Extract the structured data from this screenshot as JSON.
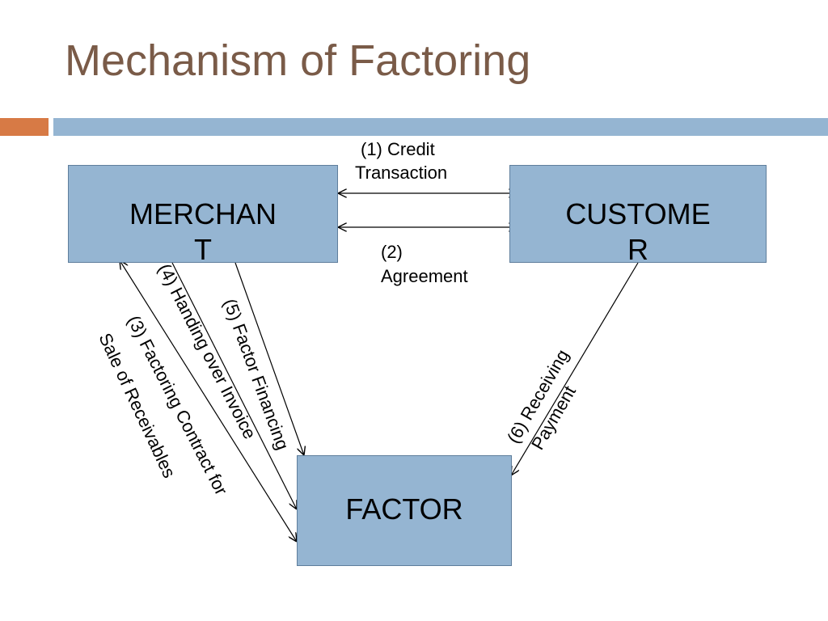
{
  "slide": {
    "title": "Mechanism of Factoring"
  },
  "colors": {
    "title": "#7a5b48",
    "accent": "#d77a45",
    "band": "#95b5d2",
    "box_fill": "#95b5d2",
    "box_border": "#5f7e9c"
  },
  "nodes": {
    "merchant": {
      "line1": "MERCHAN",
      "line2": "T"
    },
    "customer": {
      "line1": "CUSTOME",
      "line2": "R"
    },
    "factor": {
      "line1": "FACTOR"
    }
  },
  "edges": {
    "credit_transaction": {
      "line1": "(1) Credit",
      "line2": "Transaction"
    },
    "agreement": {
      "line1": "(2)",
      "line2": "Agreement"
    },
    "factoring_contract": {
      "line1": "(3) Factoring Contract for",
      "line2": "Sale of Receivables"
    },
    "handing_over_invoice": {
      "line1": "(4) Handing over Invoice"
    },
    "factor_financing": {
      "line1": "(5) Factor Financing"
    },
    "receiving_payment": {
      "line1": "(6) Receiving",
      "line2": "Payment"
    }
  }
}
